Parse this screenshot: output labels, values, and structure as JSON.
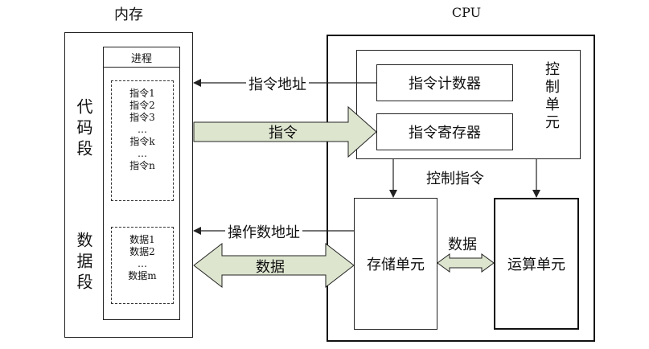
{
  "memory": {
    "title": "内存",
    "process_label": "进程",
    "code_segment_label": "代码段",
    "data_segment_label": "数据段",
    "instructions": [
      "指令1",
      "指令2",
      "指令3",
      "…",
      "指令k",
      "…",
      "指令n"
    ],
    "data_items": [
      "数据1",
      "数据2",
      "…",
      "数据m"
    ]
  },
  "cpu": {
    "title": "CPU",
    "control_unit_label": "控制单元",
    "program_counter_label": "指令计数器",
    "instruction_register_label": "指令寄存器",
    "control_signal_label": "控制指令",
    "storage_unit_label": "存储单元",
    "alu_label": "运算单元",
    "internal_data_label": "数据"
  },
  "connections": {
    "instruction_address_label": "指令地址",
    "instruction_label": "指令",
    "operand_address_label": "操作数地址",
    "data_label": "数据"
  },
  "colors": {
    "arrow_fill": "#dde5cf",
    "line": "#222222"
  }
}
